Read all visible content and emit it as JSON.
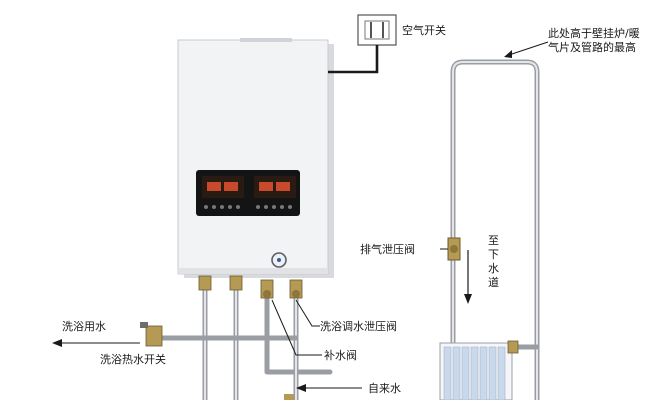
{
  "labels": {
    "air_switch": "空气开关",
    "top_note_line1": "此处高于壁挂炉/暖",
    "top_note_line2": "气片及管路的最高",
    "vent_valve": "排气泄压阀",
    "drain_line1": "至",
    "drain_line2": "下",
    "drain_line3": "水",
    "drain_line4": "道",
    "bath_water": "洗浴用水",
    "bath_hot_switch": "洗浴热水开关",
    "bath_relief_valve": "洗浴调水泄压阀",
    "refill_valve": "补水阀",
    "tap_water": "自来水"
  },
  "colors": {
    "boiler_body": "#f2f3f5",
    "display_panel": "#141414",
    "display_text": "#c84a2a",
    "pipe": "#9a9ea3",
    "valve": "#b49a55",
    "wire": "#1a1a1a"
  }
}
